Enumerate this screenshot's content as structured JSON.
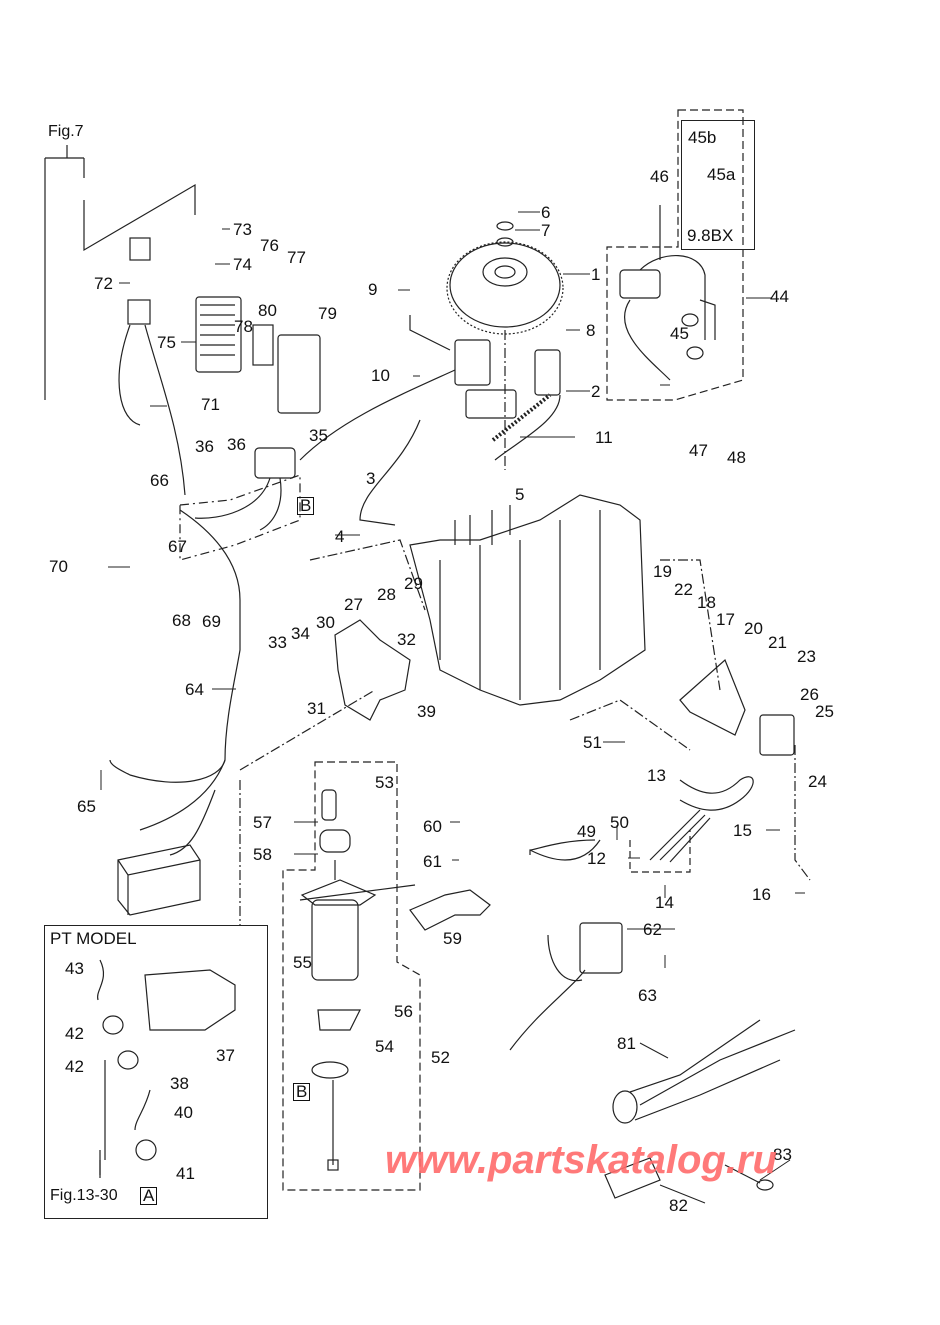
{
  "diagram": {
    "type": "exploded-parts-diagram",
    "watermark": "www.partskatalog.ru",
    "watermark_color": "#ff6b6b",
    "figure_refs": {
      "top_left": "Fig.7",
      "bottom_ref": "Fig.13-30",
      "bottom_ref_box": "A"
    },
    "insets": {
      "pt_model_title": "PT MODEL",
      "variant_label": "9.8BX"
    },
    "box_markers": {
      "b_upper": "B",
      "b_lower": "B"
    },
    "callouts": [
      {
        "id": "c1",
        "text": "1"
      },
      {
        "id": "c2",
        "text": "2"
      },
      {
        "id": "c3",
        "text": "3"
      },
      {
        "id": "c4",
        "text": "4"
      },
      {
        "id": "c5",
        "text": "5"
      },
      {
        "id": "c6",
        "text": "6"
      },
      {
        "id": "c7",
        "text": "7"
      },
      {
        "id": "c8",
        "text": "8"
      },
      {
        "id": "c9",
        "text": "9"
      },
      {
        "id": "c10",
        "text": "10"
      },
      {
        "id": "c11",
        "text": "11"
      },
      {
        "id": "c12",
        "text": "12"
      },
      {
        "id": "c13",
        "text": "13"
      },
      {
        "id": "c14",
        "text": "14"
      },
      {
        "id": "c15",
        "text": "15"
      },
      {
        "id": "c16",
        "text": "16"
      },
      {
        "id": "c17",
        "text": "17"
      },
      {
        "id": "c18",
        "text": "18"
      },
      {
        "id": "c19",
        "text": "19"
      },
      {
        "id": "c20",
        "text": "20"
      },
      {
        "id": "c21",
        "text": "21"
      },
      {
        "id": "c22",
        "text": "22"
      },
      {
        "id": "c23",
        "text": "23"
      },
      {
        "id": "c24",
        "text": "24"
      },
      {
        "id": "c25",
        "text": "25"
      },
      {
        "id": "c26",
        "text": "26"
      },
      {
        "id": "c27",
        "text": "27"
      },
      {
        "id": "c28",
        "text": "28"
      },
      {
        "id": "c29",
        "text": "29"
      },
      {
        "id": "c30",
        "text": "30"
      },
      {
        "id": "c31",
        "text": "31"
      },
      {
        "id": "c32",
        "text": "32"
      },
      {
        "id": "c33",
        "text": "33"
      },
      {
        "id": "c34",
        "text": "34"
      },
      {
        "id": "c35",
        "text": "35"
      },
      {
        "id": "c36a",
        "text": "36"
      },
      {
        "id": "c36b",
        "text": "36"
      },
      {
        "id": "c37",
        "text": "37"
      },
      {
        "id": "c38",
        "text": "38"
      },
      {
        "id": "c39",
        "text": "39"
      },
      {
        "id": "c40",
        "text": "40"
      },
      {
        "id": "c41",
        "text": "41"
      },
      {
        "id": "c42a",
        "text": "42"
      },
      {
        "id": "c42b",
        "text": "42"
      },
      {
        "id": "c43",
        "text": "43"
      },
      {
        "id": "c44",
        "text": "44"
      },
      {
        "id": "c45",
        "text": "45"
      },
      {
        "id": "c45a",
        "text": "45a"
      },
      {
        "id": "c45b",
        "text": "45b"
      },
      {
        "id": "c46",
        "text": "46"
      },
      {
        "id": "c47",
        "text": "47"
      },
      {
        "id": "c48",
        "text": "48"
      },
      {
        "id": "c49",
        "text": "49"
      },
      {
        "id": "c50",
        "text": "50"
      },
      {
        "id": "c51",
        "text": "51"
      },
      {
        "id": "c52",
        "text": "52"
      },
      {
        "id": "c53",
        "text": "53"
      },
      {
        "id": "c54",
        "text": "54"
      },
      {
        "id": "c55",
        "text": "55"
      },
      {
        "id": "c56",
        "text": "56"
      },
      {
        "id": "c57",
        "text": "57"
      },
      {
        "id": "c58",
        "text": "58"
      },
      {
        "id": "c59",
        "text": "59"
      },
      {
        "id": "c60",
        "text": "60"
      },
      {
        "id": "c61",
        "text": "61"
      },
      {
        "id": "c62",
        "text": "62"
      },
      {
        "id": "c63",
        "text": "63"
      },
      {
        "id": "c64",
        "text": "64"
      },
      {
        "id": "c65",
        "text": "65"
      },
      {
        "id": "c66",
        "text": "66"
      },
      {
        "id": "c67",
        "text": "67"
      },
      {
        "id": "c68",
        "text": "68"
      },
      {
        "id": "c69",
        "text": "69"
      },
      {
        "id": "c70",
        "text": "70"
      },
      {
        "id": "c71",
        "text": "71"
      },
      {
        "id": "c72",
        "text": "72"
      },
      {
        "id": "c73",
        "text": "73"
      },
      {
        "id": "c74",
        "text": "74"
      },
      {
        "id": "c75",
        "text": "75"
      },
      {
        "id": "c76",
        "text": "76"
      },
      {
        "id": "c77",
        "text": "77"
      },
      {
        "id": "c78",
        "text": "78"
      },
      {
        "id": "c79",
        "text": "79"
      },
      {
        "id": "c80",
        "text": "80"
      },
      {
        "id": "c81",
        "text": "81"
      },
      {
        "id": "c82",
        "text": "82"
      },
      {
        "id": "c83",
        "text": "83"
      }
    ]
  }
}
